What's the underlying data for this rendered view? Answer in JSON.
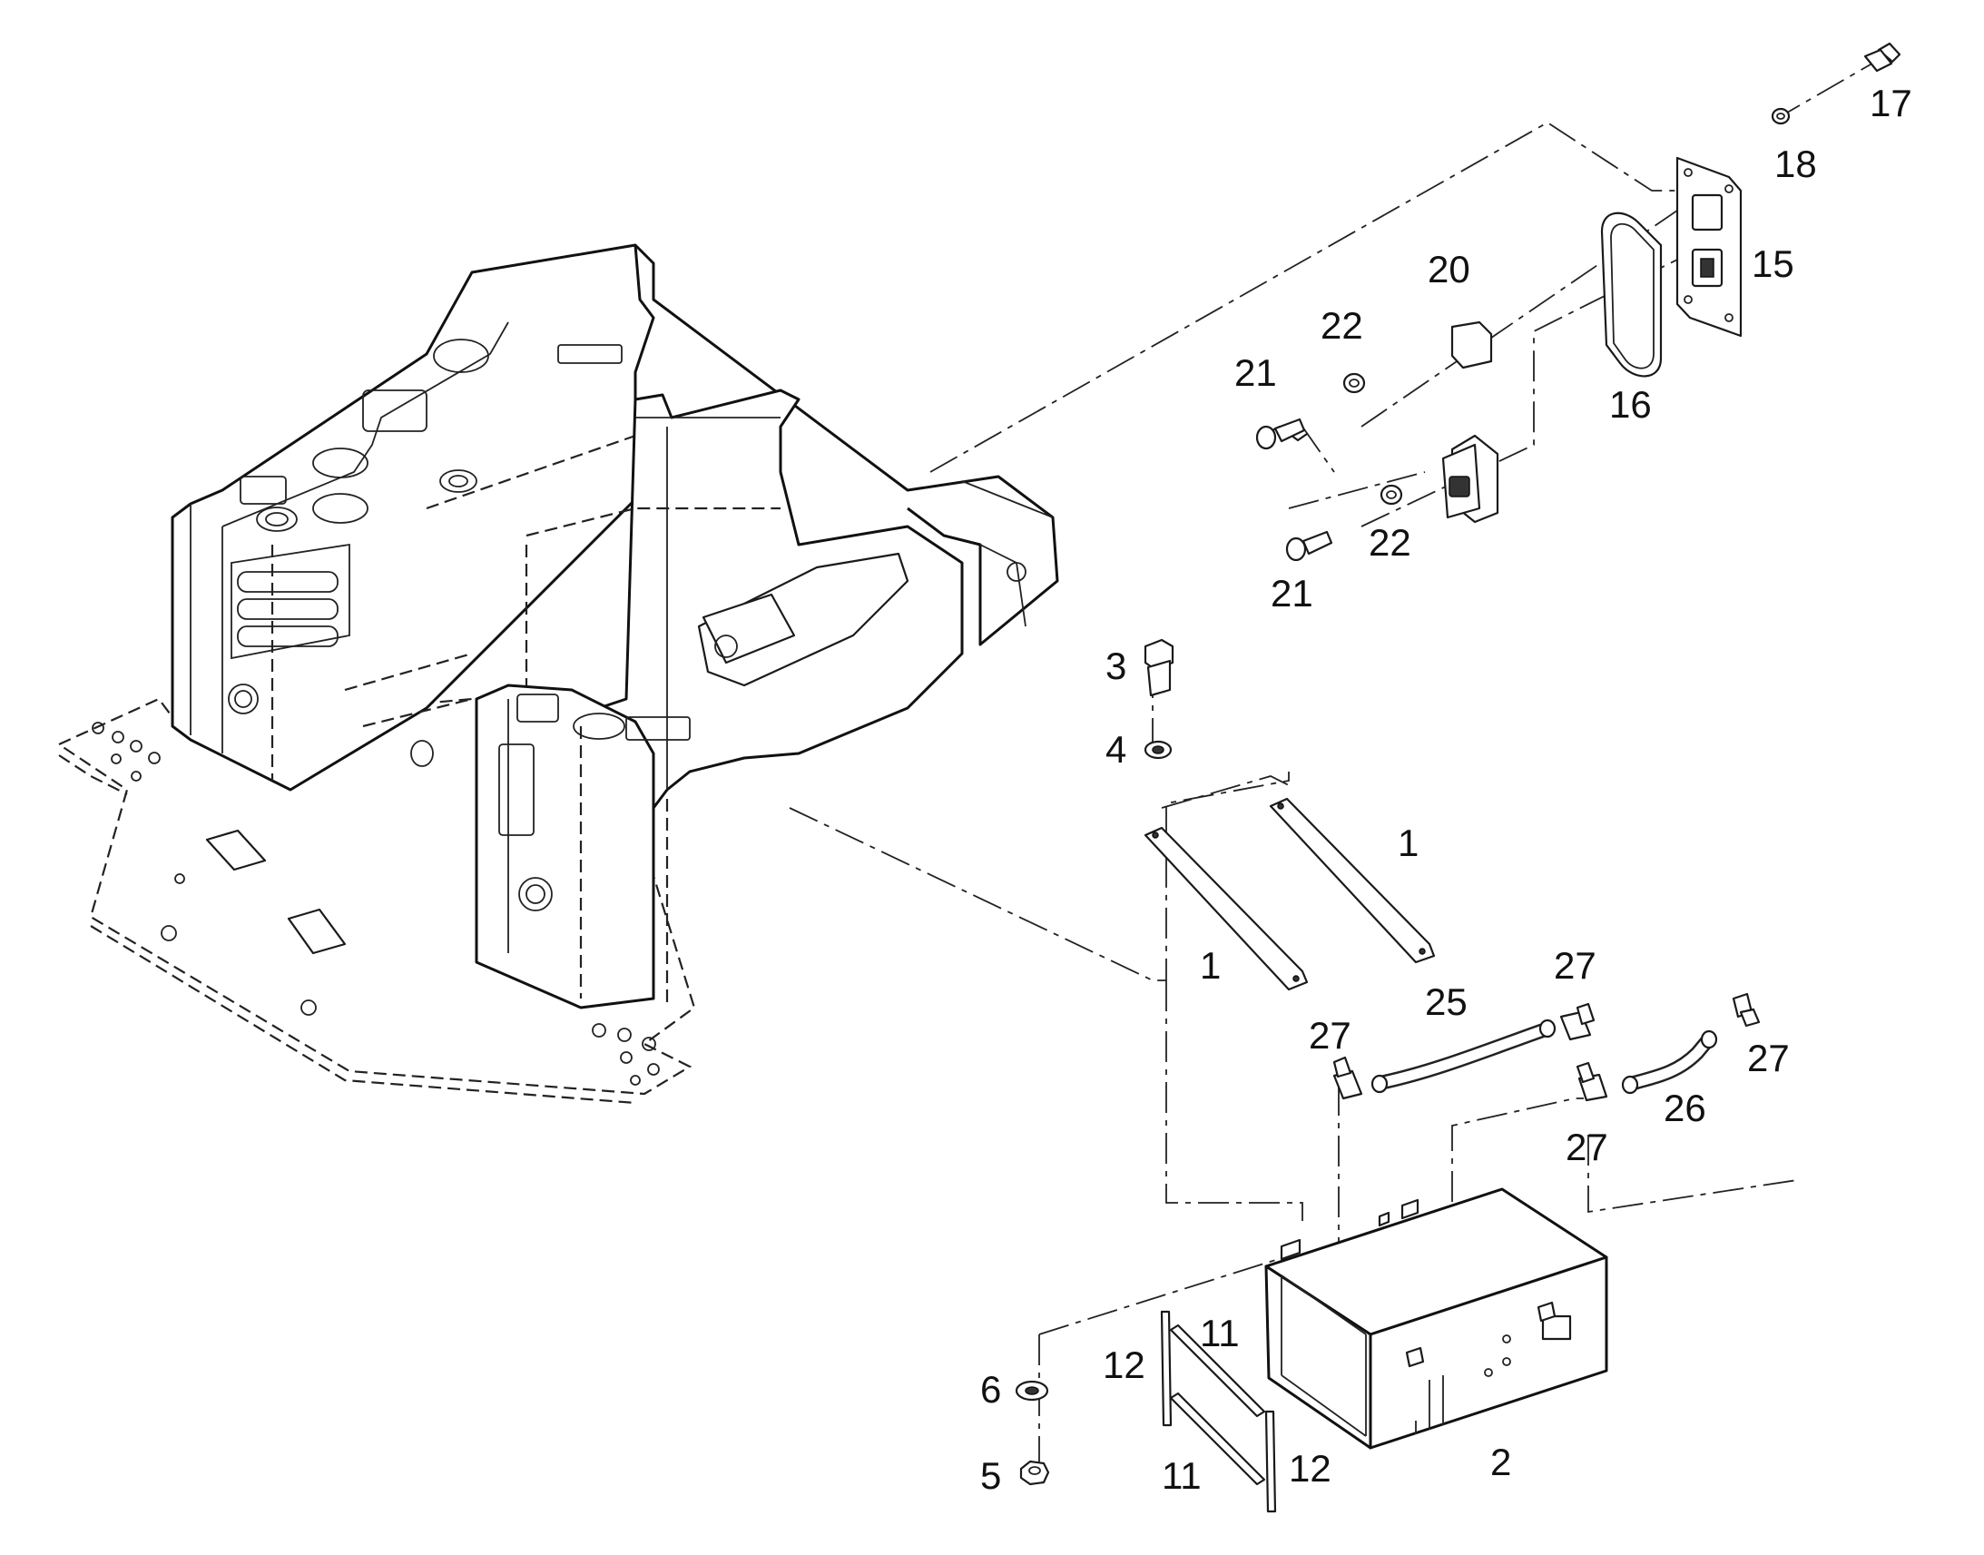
{
  "callouts": [
    {
      "id": "c1a",
      "text": "1"
    },
    {
      "id": "c1b",
      "text": "1"
    },
    {
      "id": "c2",
      "text": "2"
    },
    {
      "id": "c3",
      "text": "3"
    },
    {
      "id": "c4",
      "text": "4"
    },
    {
      "id": "c5",
      "text": "5"
    },
    {
      "id": "c6",
      "text": "6"
    },
    {
      "id": "c11a",
      "text": "11"
    },
    {
      "id": "c11b",
      "text": "11"
    },
    {
      "id": "c12a",
      "text": "12"
    },
    {
      "id": "c12b",
      "text": "12"
    },
    {
      "id": "c15",
      "text": "15"
    },
    {
      "id": "c16",
      "text": "16"
    },
    {
      "id": "c17",
      "text": "17"
    },
    {
      "id": "c18",
      "text": "18"
    },
    {
      "id": "c20",
      "text": "20"
    },
    {
      "id": "c21a",
      "text": "21"
    },
    {
      "id": "c21b",
      "text": "21"
    },
    {
      "id": "c22a",
      "text": "22"
    },
    {
      "id": "c22b",
      "text": "22"
    },
    {
      "id": "c25",
      "text": "25"
    },
    {
      "id": "c26",
      "text": "26"
    },
    {
      "id": "c27a",
      "text": "27"
    },
    {
      "id": "c27b",
      "text": "27"
    },
    {
      "id": "c27c",
      "text": "27"
    },
    {
      "id": "c27d",
      "text": "27"
    }
  ]
}
